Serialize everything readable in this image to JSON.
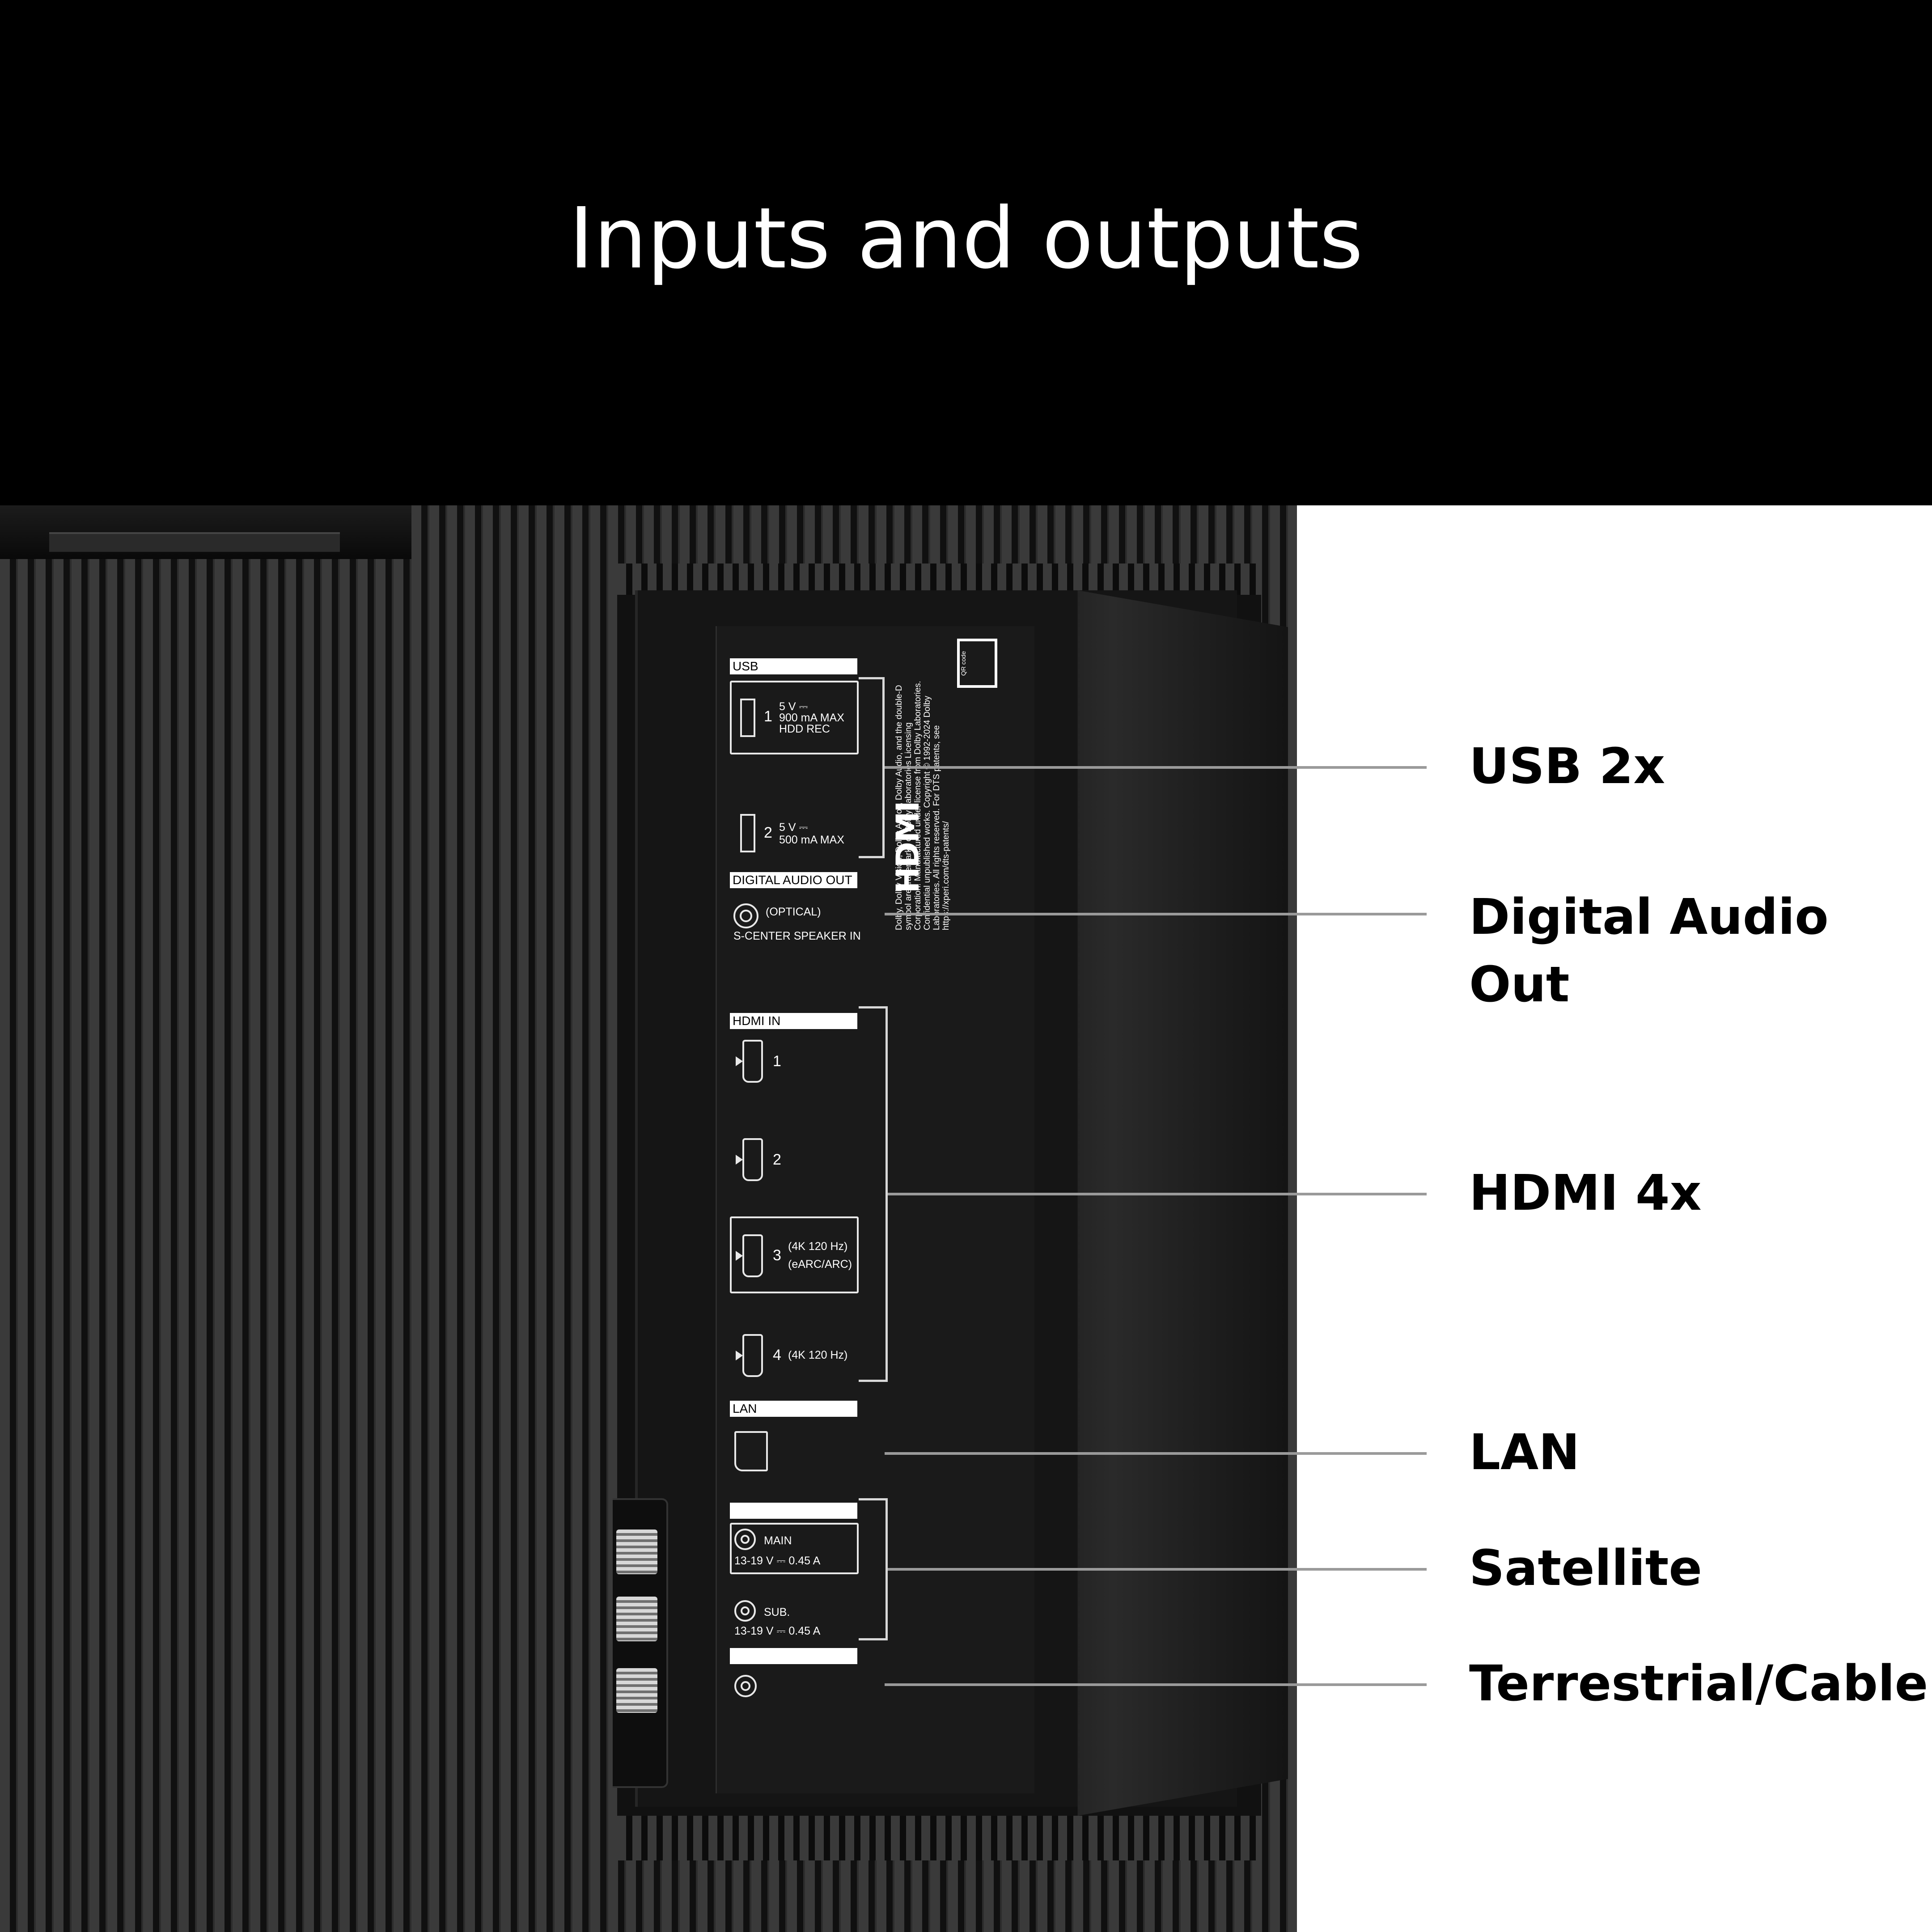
{
  "title": "Inputs and outputs",
  "callouts": {
    "usb": "USB 2x",
    "digital_audio_line1": "Digital Audio",
    "digital_audio_line2": "Out",
    "hdmi": "HDMI 4x",
    "lan": "LAN",
    "satellite": "Satellite",
    "terrestrial": "Terrestrial/Cable"
  },
  "panel": {
    "usb_label": "USB",
    "usb1_num": "1",
    "usb1_spec1": "5 V ⎓",
    "usb1_spec2": "900 mA MAX",
    "usb1_spec3": "HDD REC",
    "usb2_num": "2",
    "usb2_spec1": "5 V ⎓",
    "usb2_spec2": "500 mA MAX",
    "digital_audio_label": "DIGITAL AUDIO OUT",
    "optical": "(OPTICAL)",
    "s_center": "S-CENTER  SPEAKER IN",
    "hdmi_label": "HDMI IN",
    "hdmi1": "1",
    "hdmi2": "2",
    "hdmi3": "3",
    "hdmi3_spec1": "(4K 120 Hz)",
    "hdmi3_spec2": "(eARC/ARC)",
    "hdmi4": "4",
    "hdmi4_spec": "(4K 120 Hz)",
    "lan_label": "LAN",
    "sat_main": "MAIN",
    "sat_main_spec": "13-19  V ⎓    0.45  A",
    "sat_sub": "SUB.",
    "sat_sub_spec": "13-19  V ⎓    0.45  A",
    "hdmi_logo": "HDMI",
    "qr": "QR code",
    "legal": "Dolby, Dolby Vision, Dolby Atmos, Dolby Audio, and the double-D symbol are trademarks of Dolby Laboratories Licensing Corporation. Manufactured under license from Dolby Laboratories. Confidential unpublished works. Copyright © 1992-2024 Dolby Laboratories. All rights reserved. For DTS patents, see https://xperi.com/dts-patents/"
  }
}
